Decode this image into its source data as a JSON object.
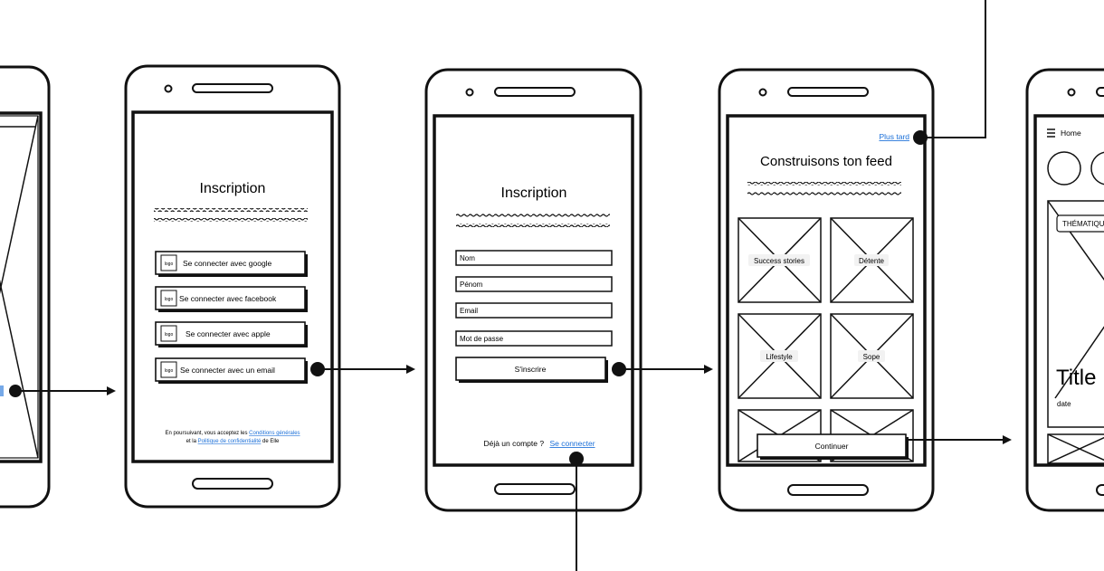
{
  "screen1": {
    "title": "Inscription",
    "buttons": [
      {
        "logo": "logo",
        "label": "Se connecter avec google"
      },
      {
        "logo": "logo",
        "label": "Se connecter avec facebook"
      },
      {
        "logo": "logo",
        "label": "Se connecter avec apple"
      },
      {
        "logo": "logo",
        "label": "Se connecter avec un email"
      }
    ],
    "legal": {
      "prefix": "En poursuivant, vous acceptez les",
      "terms_link": "Conditions générales",
      "middle": "et la",
      "privacy_link": "Politique de confidentialité",
      "suffix": "de Elle"
    }
  },
  "screen2": {
    "title": "Inscription",
    "fields": [
      "Nom",
      "Pénom",
      "Email",
      "Mot de passe"
    ],
    "submit": "S'inscrire",
    "login_prompt": "Déjà un compte ?",
    "login_link": "Se connecter"
  },
  "screen3": {
    "skip_link": "Plus tard",
    "title": "Construisons ton feed",
    "tiles": [
      "Success stories",
      "Détente",
      "Lifestyle",
      "Sope"
    ],
    "continue_button": "Continuer"
  },
  "screen4": {
    "menu_label": "Home",
    "badge": "THÉMATIQUE",
    "title": "Title",
    "date": "date"
  },
  "colors": {
    "link": "#1a6fd8",
    "ink": "#111111"
  }
}
